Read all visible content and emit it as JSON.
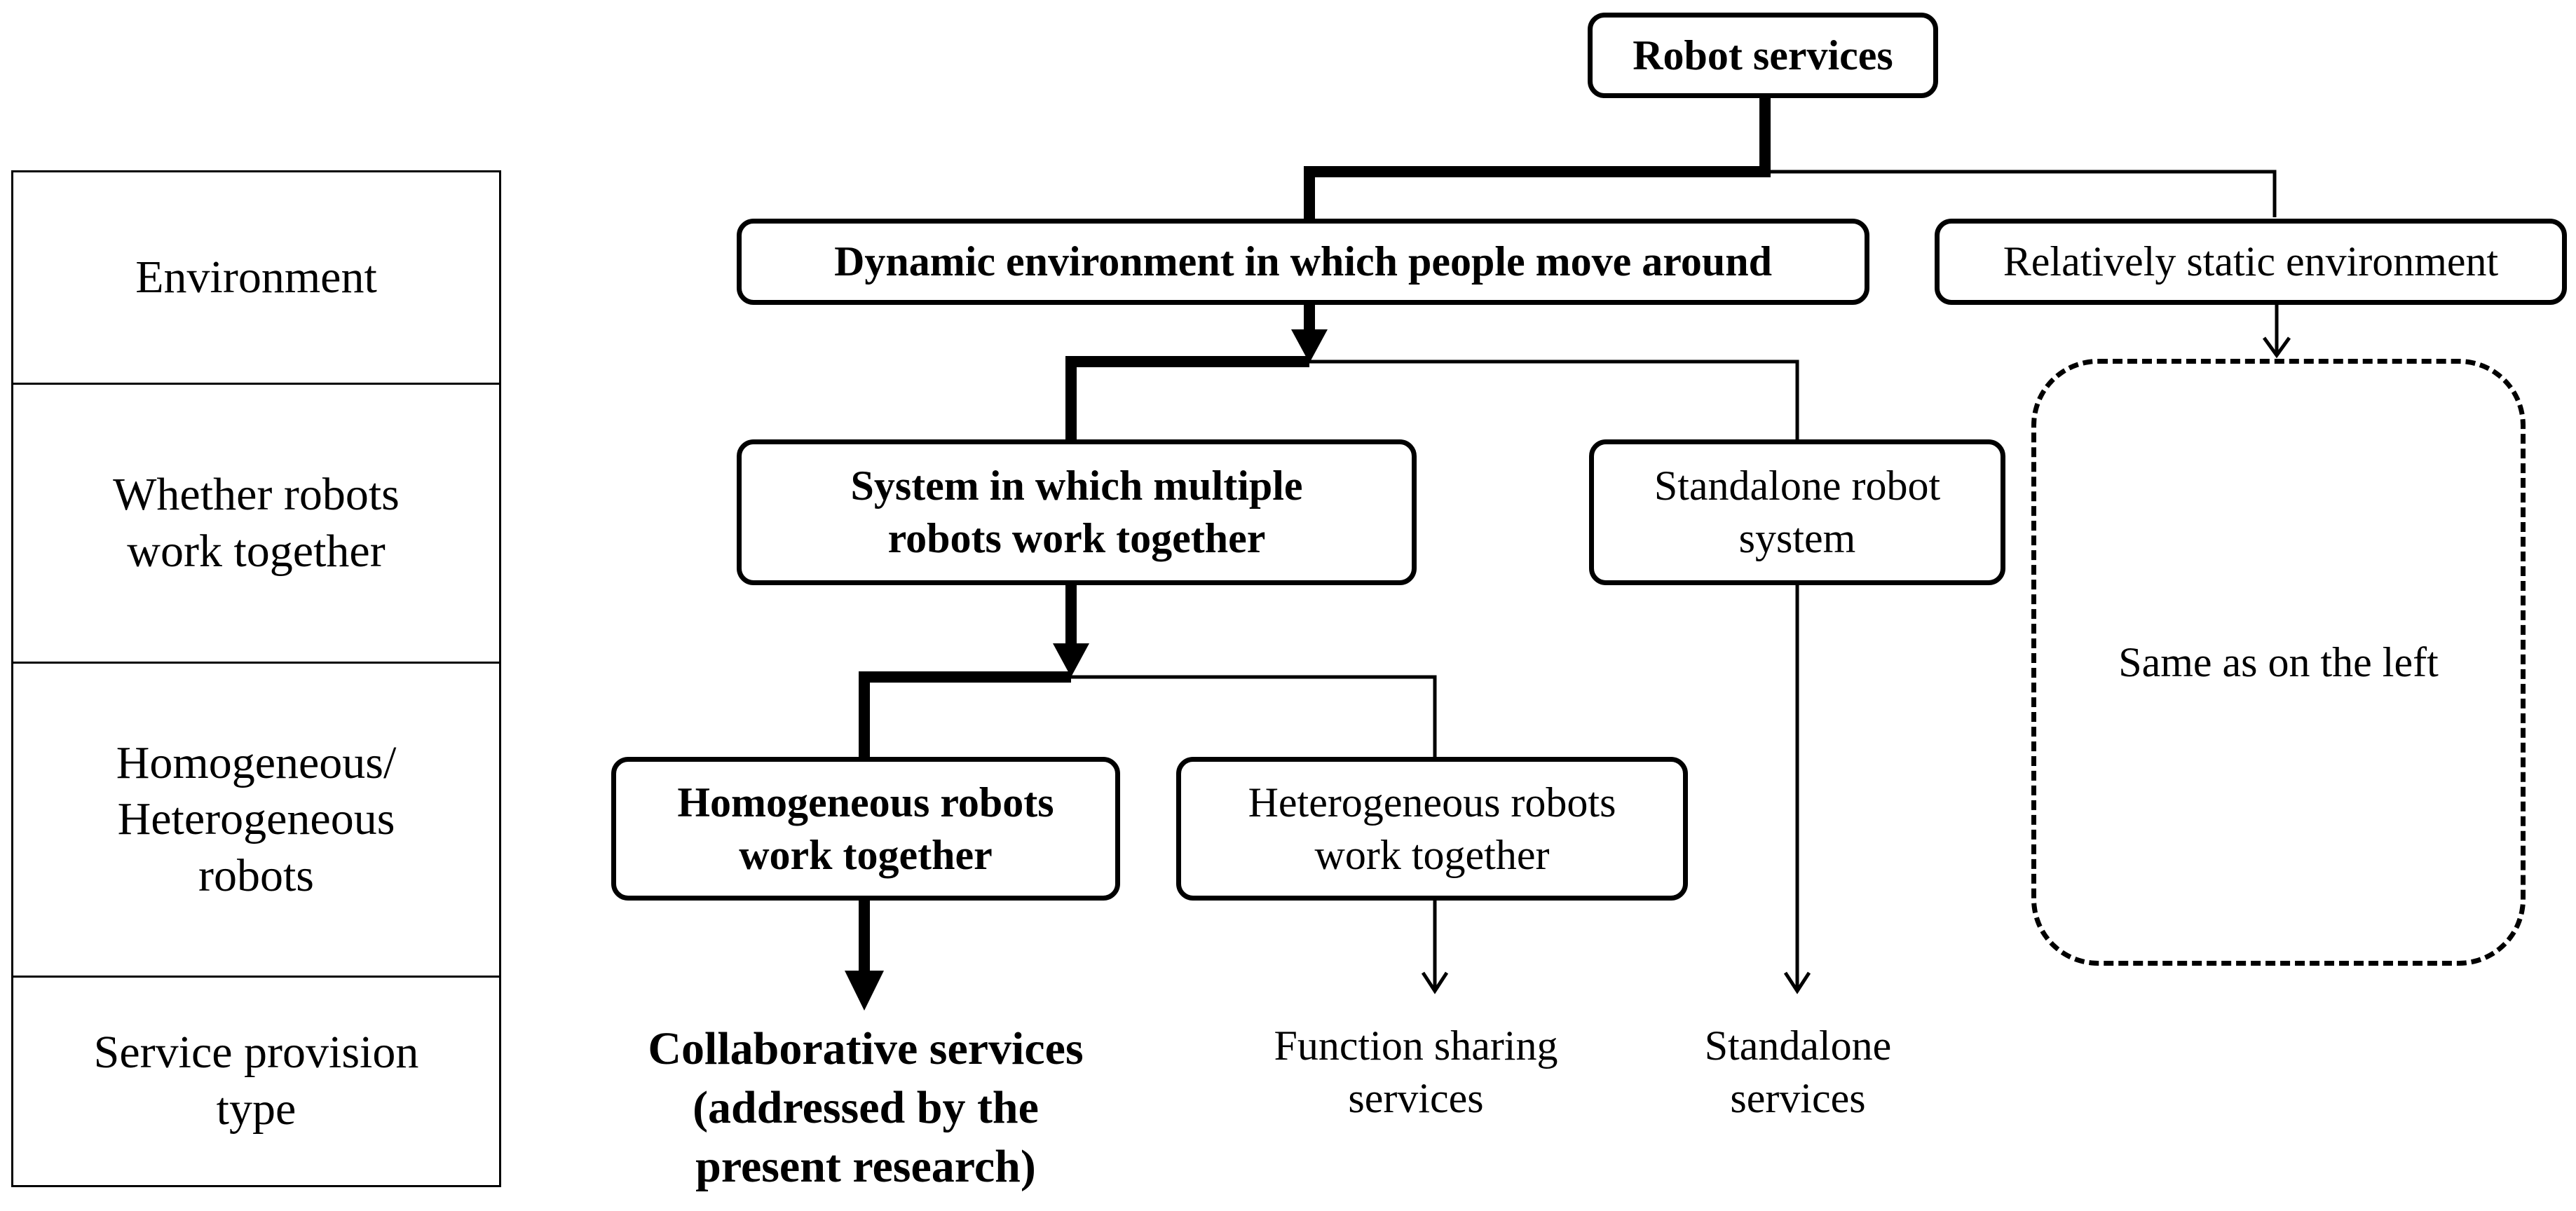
{
  "rows": [
    {
      "id": "environment",
      "label": "Environment"
    },
    {
      "id": "cooperation",
      "label": "Whether robots\nwork together"
    },
    {
      "id": "robot_type",
      "label": "Homogeneous/\nHeterogeneous\nrobots"
    },
    {
      "id": "provision",
      "label": "Service provision\ntype"
    }
  ],
  "nodes": {
    "root": "Robot services",
    "dynamic": "Dynamic environment in which people move around",
    "static": "Relatively static environment",
    "multi": "System in which multiple\nrobots work together",
    "standalone_system": "Standalone robot\nsystem",
    "same_as_left": "Same as on the left",
    "homogeneous": "Homogeneous robots\nwork together",
    "heterogeneous": "Heterogeneous robots\nwork together"
  },
  "outcomes": {
    "collaborative": "Collaborative services\n(addressed by the\npresent research)",
    "function_sharing": "Function sharing\nservices",
    "standalone": "Standalone\nservices"
  }
}
